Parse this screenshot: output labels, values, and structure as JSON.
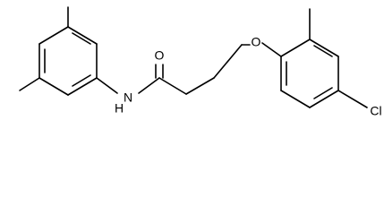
{
  "molecule": {
    "atoms": {
      "O_ether": "O",
      "O_carbonyl": "O",
      "N": "N",
      "H": "H",
      "Cl": "Cl"
    },
    "colors": {
      "bond": "#000000",
      "text": "#000000",
      "background": "#ffffff"
    }
  }
}
